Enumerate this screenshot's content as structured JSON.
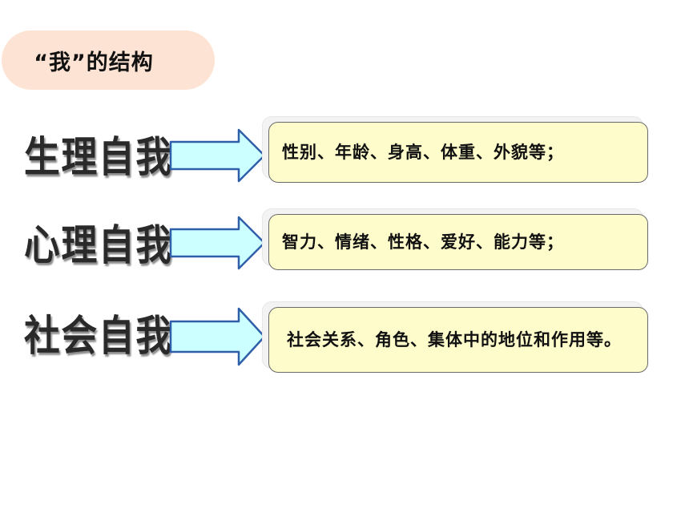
{
  "title": "“我”的结构",
  "rows": [
    {
      "label": "生理自我",
      "desc": "性别、年龄、身高、体重、外貌等；"
    },
    {
      "label": "心理自我",
      "desc": "智力、情绪、性格、爱好、能力等；"
    },
    {
      "label": "社会自我",
      "desc": "社会关系、角色、集体中的地位和作用等。"
    }
  ],
  "colors": {
    "title_bg": "#fde3d3",
    "arrow_fill": "#ccffff",
    "arrow_stroke": "#2f5fa8",
    "box_fill": "#fefcca"
  }
}
